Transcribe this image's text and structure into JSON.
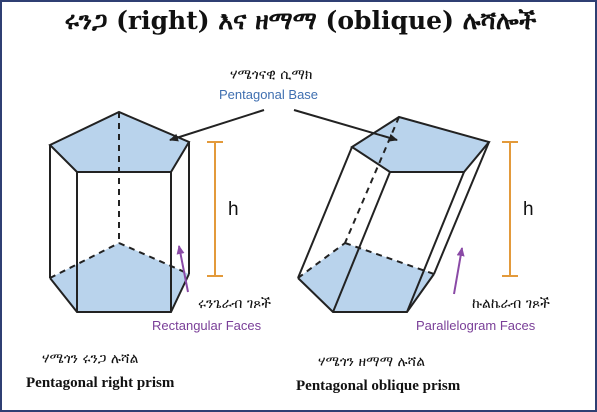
{
  "title": "ሩንጋ (right) እና ዘማማ (oblique) ሉሻሎች",
  "pentagonal_base": {
    "amharic": "ሃሜጎናዊ ሲማክ",
    "english": "Pentagonal Base"
  },
  "height_label": "h",
  "right_prism": {
    "faces_amharic": "ሩንጌራብ ገጾች",
    "faces_english": "Rectangular Faces",
    "name_amharic": "ሃሜጎን ሩንጋ ሉሻል",
    "name_english": "Pentagonal right prism"
  },
  "oblique_prism": {
    "faces_amharic": "ኩልኬራብ ገጾች",
    "faces_english": "Parallelogram Faces",
    "name_amharic": "ሃሜጎን ዘማማ ሉሻል",
    "name_english": "Pentagonal oblique prism"
  },
  "colors": {
    "face_fill": "#b9d3ec",
    "edge": "#222222",
    "height_bar": "#e39a3b",
    "arrow_purple": "#8a4aa6",
    "label_blue": "#3f6fb0",
    "border": "#2f3f73"
  }
}
